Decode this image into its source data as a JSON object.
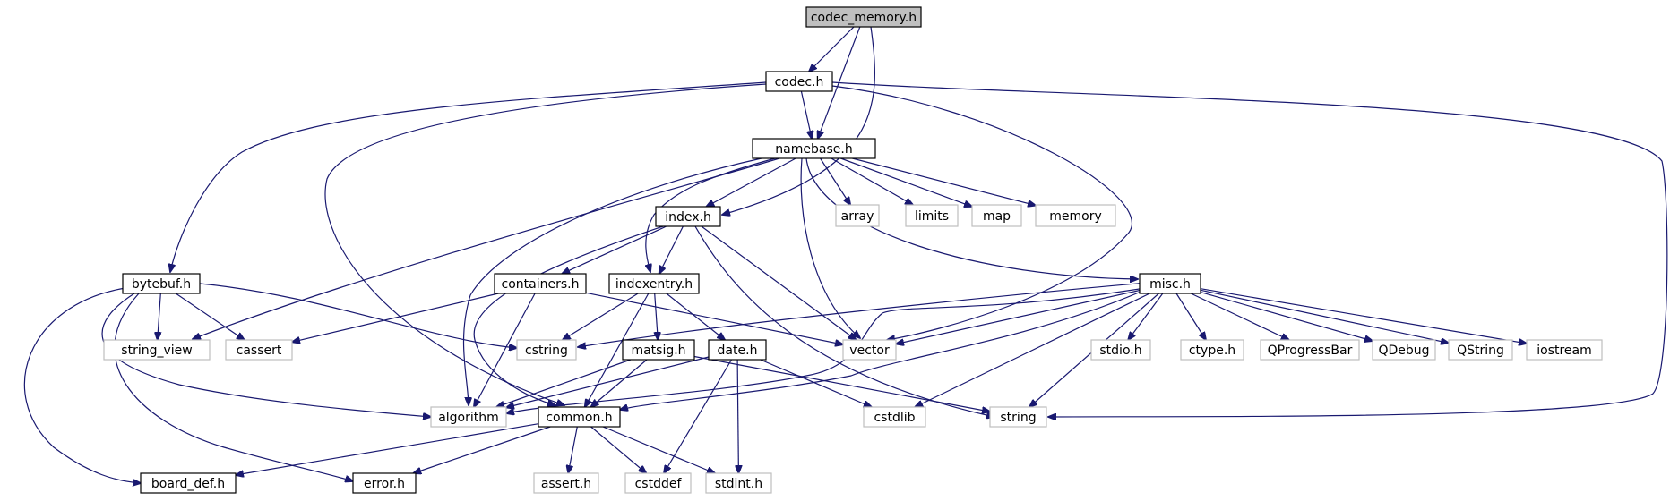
{
  "nodes": {
    "codec_memory": {
      "label": "codec_memory.h",
      "kind": "root"
    },
    "codec": {
      "label": "codec.h",
      "kind": "internal"
    },
    "namebase": {
      "label": "namebase.h",
      "kind": "internal"
    },
    "index": {
      "label": "index.h",
      "kind": "internal"
    },
    "bytebuf": {
      "label": "bytebuf.h",
      "kind": "internal"
    },
    "containers": {
      "label": "containers.h",
      "kind": "internal"
    },
    "indexentry": {
      "label": "indexentry.h",
      "kind": "internal"
    },
    "misc": {
      "label": "misc.h",
      "kind": "internal"
    },
    "matsig": {
      "label": "matsig.h",
      "kind": "internal"
    },
    "date": {
      "label": "date.h",
      "kind": "internal"
    },
    "common": {
      "label": "common.h",
      "kind": "internal"
    },
    "board_def": {
      "label": "board_def.h",
      "kind": "internal"
    },
    "error": {
      "label": "error.h",
      "kind": "internal"
    },
    "array": {
      "label": "array",
      "kind": "external"
    },
    "limits": {
      "label": "limits",
      "kind": "external"
    },
    "map": {
      "label": "map",
      "kind": "external"
    },
    "memory": {
      "label": "memory",
      "kind": "external"
    },
    "string_view": {
      "label": "string_view",
      "kind": "external"
    },
    "cassert": {
      "label": "cassert",
      "kind": "external"
    },
    "cstring": {
      "label": "cstring",
      "kind": "external"
    },
    "vector": {
      "label": "vector",
      "kind": "external"
    },
    "stdio": {
      "label": "stdio.h",
      "kind": "external"
    },
    "ctype": {
      "label": "ctype.h",
      "kind": "external"
    },
    "qprogressbar": {
      "label": "QProgressBar",
      "kind": "external"
    },
    "qdebug": {
      "label": "QDebug",
      "kind": "external"
    },
    "qstring": {
      "label": "QString",
      "kind": "external"
    },
    "iostream": {
      "label": "iostream",
      "kind": "external"
    },
    "algorithm": {
      "label": "algorithm",
      "kind": "external"
    },
    "cstdlib": {
      "label": "cstdlib",
      "kind": "external"
    },
    "string": {
      "label": "string",
      "kind": "external"
    },
    "assert": {
      "label": "assert.h",
      "kind": "external"
    },
    "cstddef": {
      "label": "cstddef",
      "kind": "external"
    },
    "stdint": {
      "label": "stdint.h",
      "kind": "external"
    }
  },
  "edges": [
    [
      "codec_memory",
      "codec"
    ],
    [
      "codec_memory",
      "namebase"
    ],
    [
      "codec_memory",
      "index"
    ],
    [
      "codec",
      "namebase"
    ],
    [
      "codec",
      "bytebuf"
    ],
    [
      "codec",
      "common"
    ],
    [
      "codec",
      "vector"
    ],
    [
      "codec",
      "string"
    ],
    [
      "namebase",
      "index"
    ],
    [
      "namebase",
      "array"
    ],
    [
      "namebase",
      "limits"
    ],
    [
      "namebase",
      "map"
    ],
    [
      "namebase",
      "memory"
    ],
    [
      "namebase",
      "string_view"
    ],
    [
      "namebase",
      "algorithm"
    ],
    [
      "namebase",
      "indexentry"
    ],
    [
      "namebase",
      "vector"
    ],
    [
      "namebase",
      "misc"
    ],
    [
      "index",
      "containers"
    ],
    [
      "index",
      "indexentry"
    ],
    [
      "index",
      "common"
    ],
    [
      "index",
      "vector"
    ],
    [
      "index",
      "string"
    ],
    [
      "bytebuf",
      "string_view"
    ],
    [
      "bytebuf",
      "cassert"
    ],
    [
      "bytebuf",
      "cstring"
    ],
    [
      "bytebuf",
      "algorithm"
    ],
    [
      "bytebuf",
      "board_def"
    ],
    [
      "bytebuf",
      "error"
    ],
    [
      "containers",
      "cassert"
    ],
    [
      "containers",
      "algorithm"
    ],
    [
      "containers",
      "vector"
    ],
    [
      "indexentry",
      "cstring"
    ],
    [
      "indexentry",
      "matsig"
    ],
    [
      "indexentry",
      "date"
    ],
    [
      "indexentry",
      "common"
    ],
    [
      "misc",
      "cstring"
    ],
    [
      "misc",
      "vector"
    ],
    [
      "misc",
      "stdio"
    ],
    [
      "misc",
      "ctype"
    ],
    [
      "misc",
      "qprogressbar"
    ],
    [
      "misc",
      "qdebug"
    ],
    [
      "misc",
      "qstring"
    ],
    [
      "misc",
      "iostream"
    ],
    [
      "misc",
      "algorithm"
    ],
    [
      "misc",
      "cstdlib"
    ],
    [
      "misc",
      "string"
    ],
    [
      "misc",
      "common"
    ],
    [
      "matsig",
      "algorithm"
    ],
    [
      "matsig",
      "common"
    ],
    [
      "matsig",
      "string"
    ],
    [
      "date",
      "algorithm"
    ],
    [
      "date",
      "cstdlib"
    ],
    [
      "date",
      "cstddef"
    ],
    [
      "date",
      "stdint"
    ],
    [
      "common",
      "board_def"
    ],
    [
      "common",
      "error"
    ],
    [
      "common",
      "assert"
    ],
    [
      "common",
      "cstddef"
    ],
    [
      "common",
      "stdint"
    ]
  ]
}
